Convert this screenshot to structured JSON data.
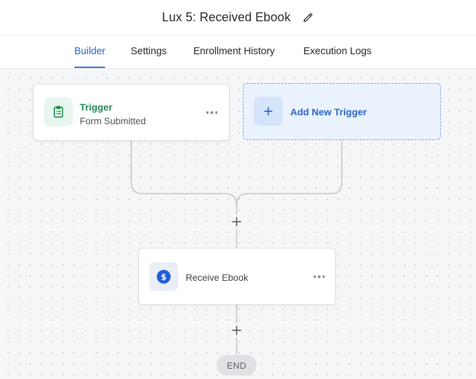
{
  "header": {
    "title": "Lux 5: Received Ebook",
    "edit_icon": "pencil-icon"
  },
  "tabs": [
    {
      "label": "Builder",
      "active": true
    },
    {
      "label": "Settings",
      "active": false
    },
    {
      "label": "Enrollment History",
      "active": false
    },
    {
      "label": "Execution Logs",
      "active": false
    }
  ],
  "canvas": {
    "trigger": {
      "title": "Trigger",
      "subtitle": "Form Submitted",
      "icon": "clipboard-list-icon",
      "menu_icon": "more-horizontal-icon"
    },
    "add_trigger": {
      "label": "Add New Trigger",
      "icon": "plus-icon"
    },
    "action": {
      "label": "Receive Ebook",
      "icon": "dollar-circle-icon",
      "menu_icon": "more-horizontal-icon"
    },
    "end": {
      "label": "END"
    }
  },
  "colors": {
    "accent_blue": "#2f6fde",
    "trigger_green": "#1f8a4e",
    "dashed_border": "#6d9de6",
    "dollar_blue": "#1e5fd9"
  }
}
